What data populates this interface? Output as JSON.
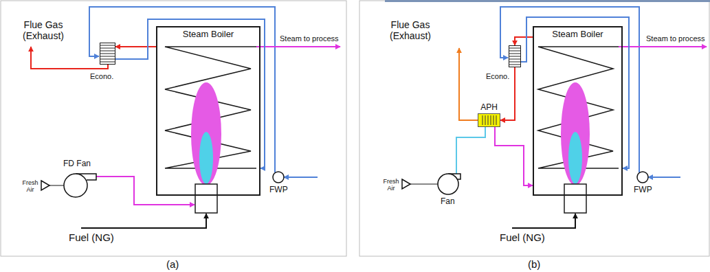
{
  "diagram": {
    "nodes": [
      {
        "text": [
          "Steam Boiler"
        ]
      },
      {
        "text": [
          "Econo."
        ]
      },
      {
        "text": [
          "Steam Boiler"
        ]
      },
      {
        "text": [
          "Econo."
        ]
      },
      {
        "text": [
          "APH"
        ]
      }
    ],
    "edges": [
      {
        "from": 0,
        "to": 1,
        "arrow": "to"
      },
      {
        "from": 1,
        "to": 0,
        "arrow": "to"
      },
      {
        "from": 2,
        "to": 3,
        "arrow": "to"
      },
      {
        "from": 3,
        "to": 2,
        "arrow": "to"
      },
      {
        "from": 3,
        "to": 4,
        "arrow": "to"
      },
      {
        "from": 4,
        "to": 2,
        "arrow": "to"
      }
    ],
    "labels": [
      "Flue Gas (Exhaust)",
      "Steam to process",
      "FD Fan",
      "Fresh Air",
      "FWP",
      "Fuel (NG)",
      "(a)",
      "Flue Gas (Exhaust)",
      "Steam to process",
      "Fresh Air",
      "Fan",
      "FWP",
      "Fuel (NG)",
      "(b)"
    ]
  }
}
